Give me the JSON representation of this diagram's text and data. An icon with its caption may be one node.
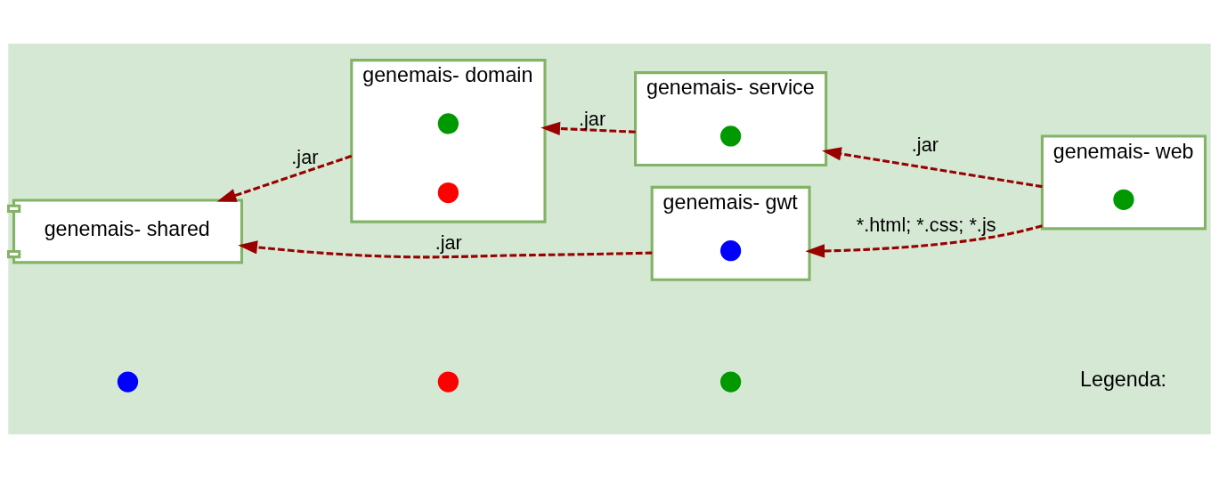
{
  "diagram": {
    "nodes": [
      {
        "text": [],
        "shape": "circle"
      },
      {
        "text": [],
        "shape": "circle"
      },
      {
        "text": [],
        "shape": "circle"
      },
      {
        "text": [
          "genemais- domain"
        ]
      },
      {
        "text": [],
        "shape": "circle",
        "in": 3
      },
      {
        "text": [],
        "shape": "circle",
        "in": 3
      },
      {
        "text": [
          "genemais- service"
        ]
      },
      {
        "text": [],
        "shape": "circle",
        "in": 6
      },
      {
        "text": [
          "genemais- shared"
        ]
      },
      {
        "text": [
          "genemais- gwt"
        ]
      },
      {
        "text": [],
        "shape": "circle",
        "in": 9
      },
      {
        "text": [
          "genemais- web"
        ]
      },
      {
        "text": [],
        "shape": "circle",
        "in": 11
      }
    ],
    "edges": [
      {
        "from": 6,
        "to": 3,
        "arrow": "to",
        "label": ".jar",
        "style": "dashed"
      },
      {
        "from": 3,
        "to": 8,
        "arrow": "to",
        "label": ".jar",
        "style": "dashed"
      },
      {
        "from": 11,
        "to": 6,
        "arrow": "to",
        "label": ".jar",
        "style": "dashed"
      },
      {
        "from": 9,
        "to": 8,
        "arrow": "to",
        "label": ".jar",
        "style": "dashed"
      },
      {
        "from": 11,
        "to": 9,
        "arrow": "to",
        "label": "*.html; *.css; *.js",
        "style": "dashed"
      }
    ],
    "labels": [
      "Legenda:"
    ]
  }
}
